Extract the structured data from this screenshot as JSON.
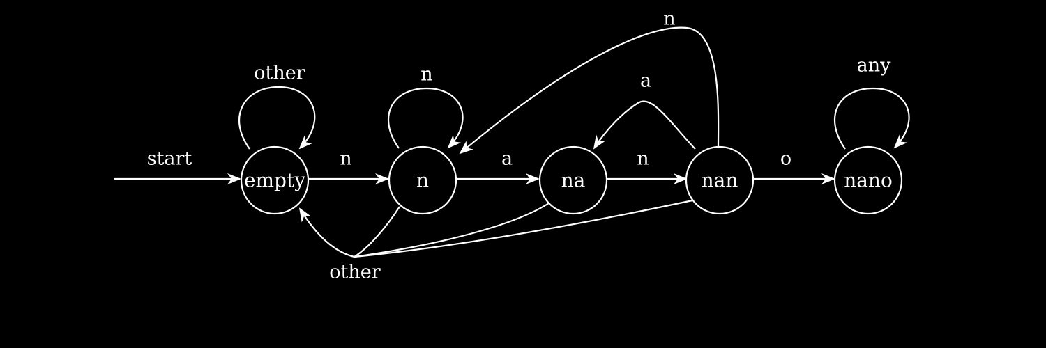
{
  "colors": {
    "background": "#000000",
    "foreground": "#ffffff"
  },
  "states": {
    "empty": "empty",
    "n": "n",
    "na": "na",
    "nan": "nan",
    "nano": "nano"
  },
  "edges": {
    "start": "start",
    "empty_self": "other",
    "empty_to_n": "n",
    "n_self": "n",
    "n_to_na": "a",
    "na_to_nan": "n",
    "nan_to_na": "a",
    "nan_to_n": "n",
    "nan_to_nano": "o",
    "nano_self": "any",
    "to_empty_other": "other"
  }
}
